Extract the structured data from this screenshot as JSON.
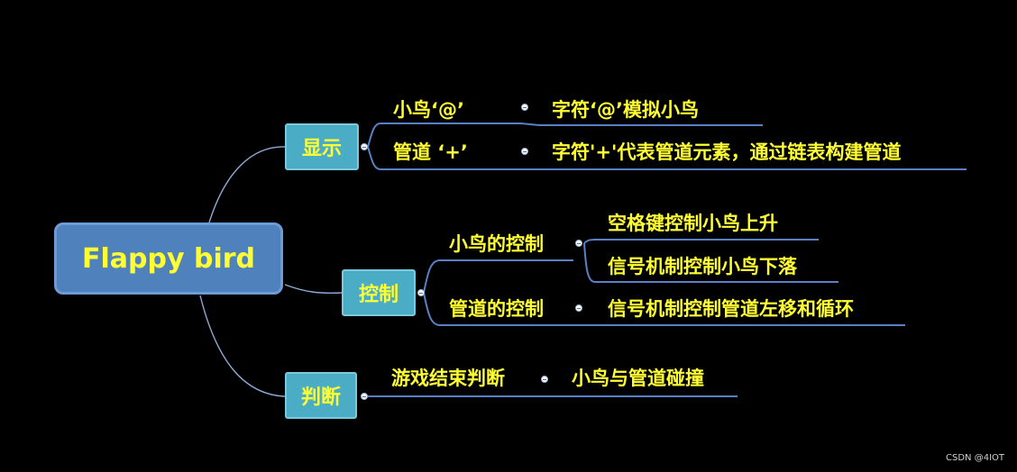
{
  "root": {
    "label": "Flappy bird"
  },
  "categories": [
    {
      "label": "显示",
      "items": [
        {
          "label": "小鸟‘@’",
          "detail": [
            "字符‘@’模拟小鸟"
          ]
        },
        {
          "label": "管道 ‘+’",
          "detail": [
            "字符'+'代表管道元素，通过链表构建管道"
          ]
        }
      ]
    },
    {
      "label": "控制",
      "items": [
        {
          "label": "小鸟的控制",
          "detail": [
            "空格键控制小鸟上升",
            "信号机制控制小鸟下落"
          ]
        },
        {
          "label": "管道的控制",
          "detail": [
            "信号机制控制管道左移和循环"
          ]
        }
      ]
    },
    {
      "label": "判断",
      "items": [
        {
          "label": "游戏结束判断",
          "detail": [
            "小鸟与管道碰撞"
          ]
        }
      ]
    }
  ],
  "watermark": "CSDN @4IOT",
  "colors": {
    "background": "#000000",
    "root_fill": "#4f81bd",
    "category_fill": "#4bacc6",
    "text": "#ffff33",
    "connector": "#8ea9d6",
    "underline": "#5b7fc4"
  }
}
